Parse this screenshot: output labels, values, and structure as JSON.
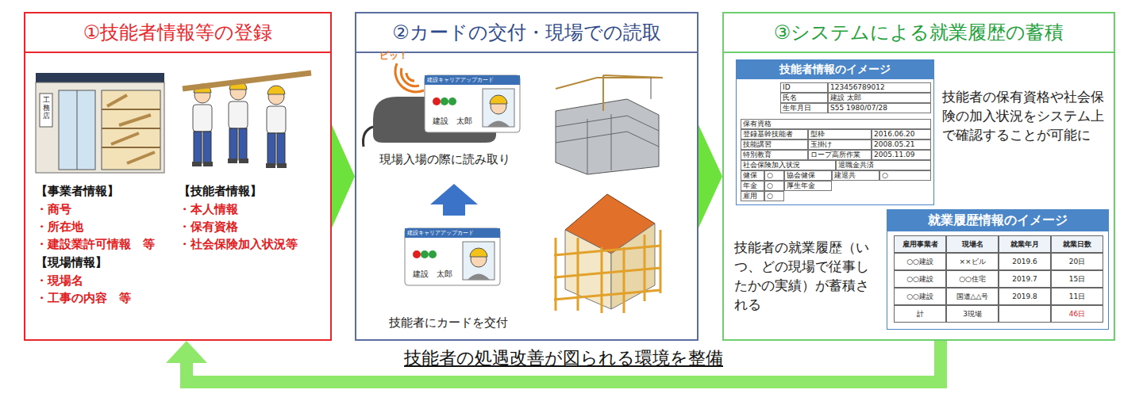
{
  "diagram": {
    "nodes": [
      {
        "text": [
          "①技能者情報等の登録"
        ]
      },
      {
        "text": [
          "②カードの交付・現場での読取"
        ]
      },
      {
        "text": [
          "③システムによる就業履歴の蓄積"
        ]
      },
      {
        "text": [
          "技能者情報のイメージ"
        ],
        "in": 2
      },
      {
        "text": [
          "就業履歴情報のイメージ"
        ],
        "in": 2
      }
    ],
    "edges": [
      {
        "from": 0,
        "to": 1,
        "arrow": "to"
      },
      {
        "from": 1,
        "to": 2,
        "arrow": "to"
      },
      {
        "from": 2,
        "to": 0,
        "arrow": "to",
        "label": "技能者の処遇改善が図られる環境を整備"
      }
    ],
    "labels": [
      "【事業者情報】",
      "・商号",
      "・所在地",
      "・建設業許可情報　等",
      "【現場情報】",
      "・現場名",
      "・工事の内容　等",
      "【技能者情報】",
      "・本人情報",
      "・保有資格",
      "・社会保険加入状況等",
      "工務店",
      "ピッ！",
      "建設キャリアアップカード",
      "建設　太郎",
      "現場入場の際に読み取り",
      "建設キャリアアップカード",
      "建設　太郎",
      "技能者にカードを交付",
      "技能者の保有資格や社会保険の加入状況をシステム上で確認することが可能に",
      "技能者の就業履歴（いつ、どの現場で従事したかの実績）が蓄積される",
      "ID",
      "123456789012",
      "氏名",
      "建設 太郎",
      "生年月日",
      "S55 1980/07/28",
      "保有資格",
      "登録基幹技能者",
      "型枠",
      "2016.06.20",
      "技能講習",
      "玉掛け",
      "2008.05.21",
      "特別教育",
      "ロープ高所作業",
      "2005.11.09",
      "社会保険加入状況",
      "退職金共済",
      "健保",
      "○",
      "協会健保",
      "建退共",
      "○",
      "年金",
      "○",
      "厚生年金",
      "雇用",
      "○",
      "雇用事業者",
      "現場名",
      "就業年月",
      "就業日数",
      "○○建設",
      "××ビル",
      "2019.6",
      "20日",
      "○○建設",
      "○○住宅",
      "2019.7",
      "15日",
      "○○建設",
      "国道△△号",
      "2019.8",
      "11日",
      "計",
      "3現場",
      "46日"
    ]
  }
}
